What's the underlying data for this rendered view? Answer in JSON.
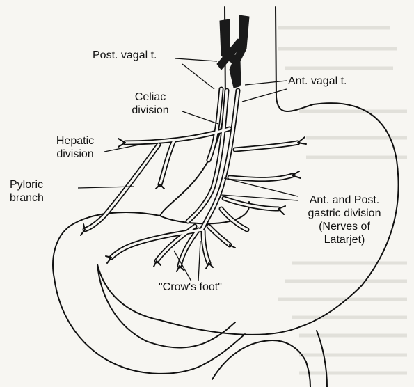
{
  "labels": {
    "post_vagal": "Post. vagal t.",
    "ant_vagal": "Ant. vagal t.",
    "celiac": "Celiac\ndivision",
    "hepatic": "Hepatic\ndivision",
    "pyloric": "Pyloric\nbranch",
    "ant_post_gastric": "Ant. and Post.\ngastric division\n(Nerves of\nLatarjet)",
    "crows_foot": "\"Crow's foot\""
  },
  "colors": {
    "ink": "#111111",
    "paper": "#f7f6f2",
    "nerve_fill": "#f7f6f2",
    "vagal_trunk": "#1a1a1a"
  }
}
